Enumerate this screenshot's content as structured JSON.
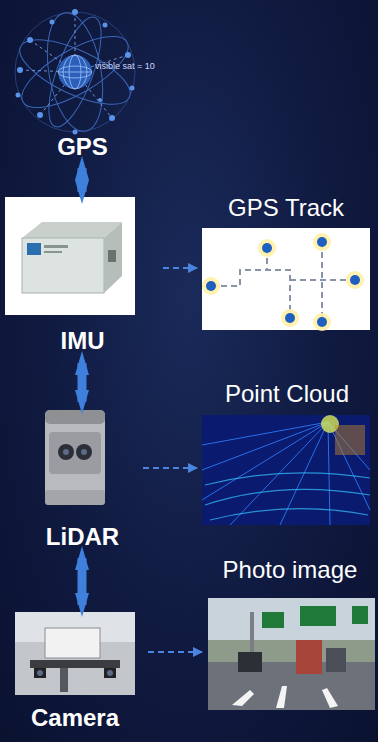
{
  "diagram": {
    "nodes": [
      {
        "text": [
          "visible sat = 10",
          "GPS"
        ]
      },
      {
        "text": [
          "IMU"
        ]
      },
      {
        "text": [
          "GPS Track"
        ]
      },
      {
        "text": [
          "LiDAR"
        ]
      },
      {
        "text": [
          "Point Cloud"
        ]
      },
      {
        "text": [
          "Camera"
        ]
      },
      {
        "text": [
          "Photo image"
        ]
      }
    ],
    "edges": [
      {
        "from": 0,
        "to": 1,
        "arrow": "both"
      },
      {
        "from": 1,
        "to": 3,
        "arrow": "both"
      },
      {
        "from": 3,
        "to": 5,
        "arrow": "both"
      },
      {
        "from": 1,
        "to": 2,
        "arrow": "to"
      },
      {
        "from": 3,
        "to": 4,
        "arrow": "to"
      },
      {
        "from": 5,
        "to": 6,
        "arrow": "to"
      }
    ]
  }
}
